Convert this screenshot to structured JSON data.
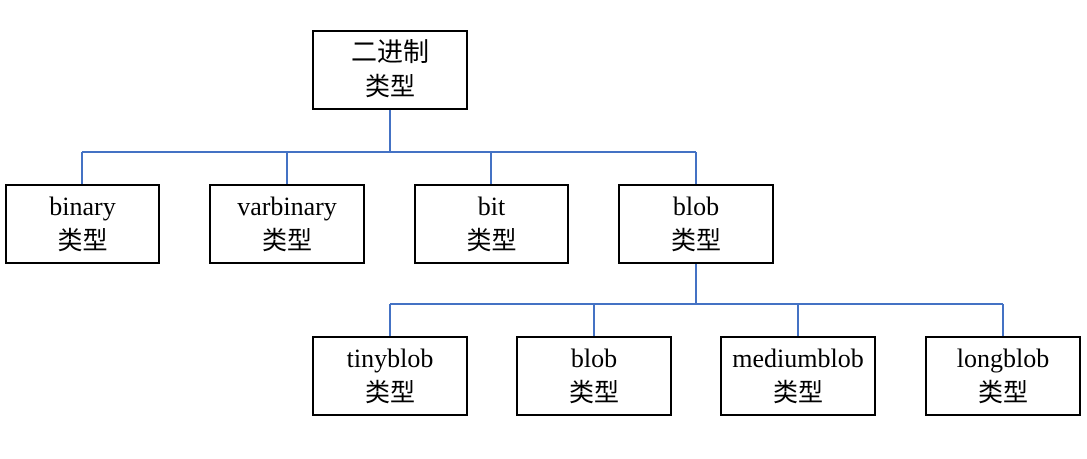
{
  "colors": {
    "connector": "#4472c4",
    "box_border": "#000000",
    "text": "#000000"
  },
  "root": {
    "line1": "二进制",
    "line2": "类型"
  },
  "level1": [
    {
      "line1": "binary",
      "line2": "类型"
    },
    {
      "line1": "varbinary",
      "line2": "类型"
    },
    {
      "line1": "bit",
      "line2": "类型"
    },
    {
      "line1": "blob",
      "line2": "类型"
    }
  ],
  "level2": [
    {
      "line1": "tinyblob",
      "line2": "类型"
    },
    {
      "line1": "blob",
      "line2": "类型"
    },
    {
      "line1": "mediumblob",
      "line2": "类型"
    },
    {
      "line1": "longblob",
      "line2": "类型"
    }
  ]
}
